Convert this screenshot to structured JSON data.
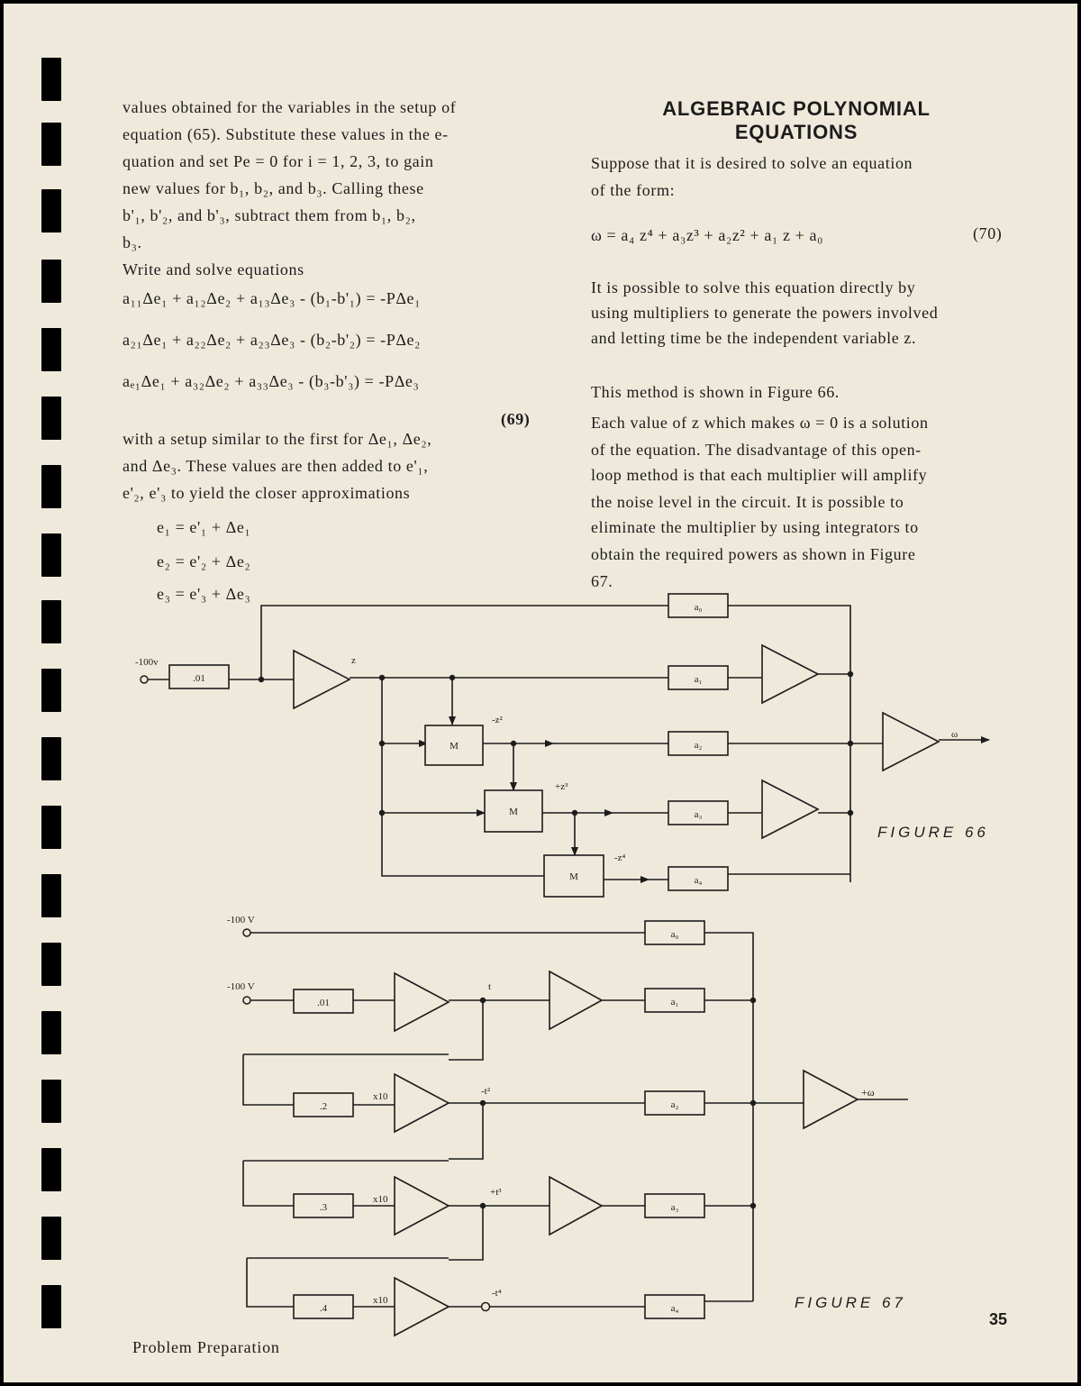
{
  "left_text": {
    "para1_lines": [
      "values obtained for the variables in the setup of",
      "equation (65).  Substitute these values in the e-",
      "quation and set Pe = 0 for i = 1, 2, 3, to gain",
      "new values for b₁, b₂, and b₃.  Calling these",
      "b'₁, b'₂, and b'₃, subtract them from b₁, b₂,",
      "b₃."
    ],
    "write_line": "Write and solve equations",
    "equations": [
      "a₁₁Δe₁ + a₁₂Δe₂ + a₁₃Δe₃ - (b₁-b'₁) = -PΔe₁",
      "a₂₁Δe₁ + a₂₂Δe₂ + a₂₃Δe₃ - (b₂-b'₂) = -PΔe₂",
      "aₑ₁Δe₁ + a₃₂Δe₂ + a₃₃Δe₃ - (b₃-b'₃) = -PΔe₃"
    ],
    "eq_number": "(69)",
    "para2_lines": [
      "with a setup similar to the first for Δe₁, Δe₂,",
      "and Δe₃.  These values are then added to e'₁,",
      "e'₂, e'₃ to yield the closer approximations"
    ],
    "approx": [
      "e₁ = e'₁ + Δe₁",
      "e₂ = e'₂ + Δe₂",
      "e₃ = e'₃ + Δe₃"
    ]
  },
  "right_text": {
    "title_line1": "ALGEBRAIC POLYNOMIAL",
    "title_line2": "EQUATIONS",
    "intro_lines": [
      "Suppose  that it is desired to solve an equation",
      "of the form:"
    ],
    "equation": "ω = a₄ z⁴ + a₃z³ + a₂z² + a₁ z + a₀",
    "eq_number": "(70)",
    "para1_lines": [
      "It is possible to solve this equation directly by",
      "using multipliers to generate the powers involved",
      "and letting time be the independent variable z."
    ],
    "para2": "This method is shown in Figure 66.",
    "para3_lines": [
      "Each value of z which makes ω = 0 is a solution",
      "of the equation.  The disadvantage of this open-",
      "loop method is that each multiplier will amplify",
      "the noise level in the circuit.  It is possible to",
      "eliminate the multiplier by using integrators to",
      "obtain the required powers as shown in Figure",
      "67."
    ]
  },
  "figure66": {
    "caption": "FIGURE 66",
    "input_label": "-100v",
    "input_coeff": ".01",
    "z_label": "z",
    "mult_label": "M",
    "signals": [
      "-z²",
      "+z³",
      "-z⁴"
    ],
    "coeffs": [
      "a₀",
      "a₁",
      "a₂",
      "a₃",
      "a₄"
    ],
    "output_label": "ω"
  },
  "figure67": {
    "caption": "FIGURE 67",
    "input_labels": [
      "-100 V",
      "-100 V"
    ],
    "coeffs_in": [
      ".01",
      ".2",
      ".3",
      ".4"
    ],
    "gain_label": "x10",
    "signals": [
      "t",
      "-t²",
      "+t³",
      "-t⁴"
    ],
    "coeffs": [
      "a₀",
      "a₁",
      "a₂",
      "a₃",
      "a₄"
    ],
    "output_label": "+ω"
  },
  "page_number": "35",
  "footer": "Problem Preparation"
}
